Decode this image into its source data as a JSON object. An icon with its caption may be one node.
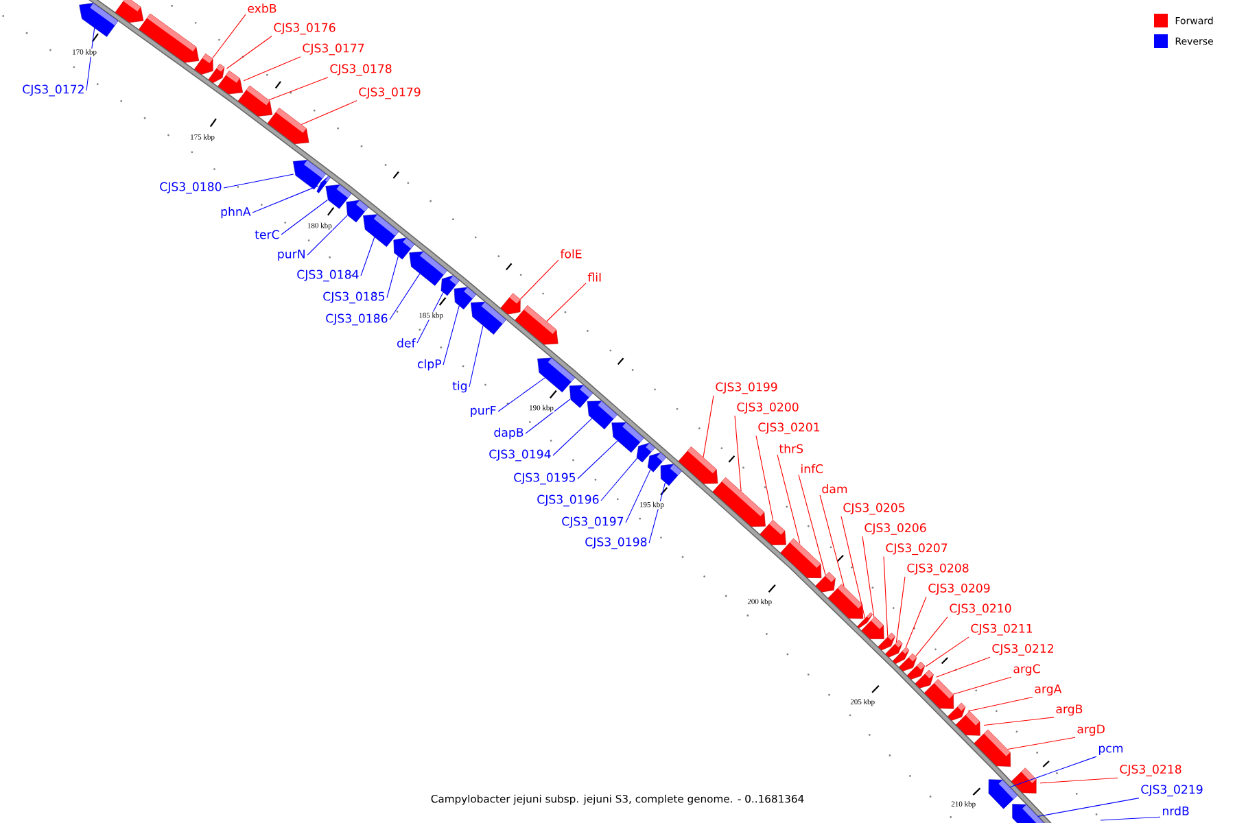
{
  "diagram": {
    "caption": "Campylobacter jejuni subsp. jejuni S3, complete genome. - 0..1681364",
    "nodes": [
      {
        "text": [],
        "shape": "arrow"
      },
      {
        "text": [],
        "shape": "arrow"
      },
      {
        "text": [],
        "shape": "arrow"
      },
      {
        "text": [],
        "shape": "arrow"
      },
      {
        "text": [],
        "shape": "arrow"
      },
      {
        "text": [],
        "shape": "arrow"
      },
      {
        "text": [],
        "shape": "arrow"
      },
      {
        "text": [],
        "shape": "arrow"
      },
      {
        "text": [],
        "shape": "arrow"
      },
      {
        "text": [],
        "shape": "arrow"
      },
      {
        "text": [],
        "shape": "arrow"
      },
      {
        "text": [],
        "shape": "arrow"
      },
      {
        "text": [],
        "shape": "arrow"
      },
      {
        "text": [],
        "shape": "arrow"
      },
      {
        "text": [],
        "shape": "arrow"
      },
      {
        "text": [],
        "shape": "arrow"
      },
      {
        "text": [],
        "shape": "arrow"
      },
      {
        "text": [],
        "shape": "arrow"
      },
      {
        "text": [],
        "shape": "arrow"
      },
      {
        "text": [],
        "shape": "arrow"
      },
      {
        "text": [],
        "shape": "arrow"
      },
      {
        "text": [],
        "shape": "arrow"
      },
      {
        "text": [],
        "shape": "arrow"
      },
      {
        "text": [],
        "shape": "arrow"
      },
      {
        "text": [],
        "shape": "arrow"
      },
      {
        "text": [],
        "shape": "arrow"
      },
      {
        "text": [],
        "shape": "arrow"
      },
      {
        "text": [],
        "shape": "arrow"
      },
      {
        "text": [],
        "shape": "arrow"
      },
      {
        "text": [],
        "shape": "arrow"
      },
      {
        "text": [],
        "shape": "arrow"
      },
      {
        "text": [],
        "shape": "arrow"
      },
      {
        "text": [],
        "shape": "arrow"
      },
      {
        "text": [],
        "shape": "arrow"
      },
      {
        "text": [],
        "shape": "arrow"
      },
      {
        "text": [],
        "shape": "arrow"
      },
      {
        "text": [],
        "shape": "arrow"
      },
      {
        "text": [],
        "shape": "arrow"
      },
      {
        "text": [],
        "shape": "arrow"
      },
      {
        "text": [],
        "shape": "arrow"
      },
      {
        "text": [],
        "shape": "arrow"
      },
      {
        "text": [],
        "shape": "arrow"
      },
      {
        "text": [],
        "shape": "arrow"
      },
      {
        "text": [],
        "shape": "arrow"
      },
      {
        "text": [],
        "shape": "arrow"
      },
      {
        "text": [],
        "shape": "arrow"
      },
      {
        "text": [],
        "shape": "arrow"
      },
      {
        "text": [],
        "shape": "arrow"
      },
      {
        "text": [
          "CJS3_0172"
        ]
      },
      {
        "text": [
          "exbB"
        ]
      },
      {
        "text": [
          "CJS3_0176"
        ]
      },
      {
        "text": [
          "CJS3_0177"
        ]
      },
      {
        "text": [
          "CJS3_0178"
        ]
      },
      {
        "text": [
          "CJS3_0179"
        ]
      },
      {
        "text": [
          "CJS3_0180"
        ]
      },
      {
        "text": [
          "phnA"
        ]
      },
      {
        "text": [
          "terC"
        ]
      },
      {
        "text": [
          "purN"
        ]
      },
      {
        "text": [
          "CJS3_0184"
        ]
      },
      {
        "text": [
          "CJS3_0185"
        ]
      },
      {
        "text": [
          "CJS3_0186"
        ]
      },
      {
        "text": [
          "def"
        ]
      },
      {
        "text": [
          "clpP"
        ]
      },
      {
        "text": [
          "tig"
        ]
      },
      {
        "text": [
          "folE"
        ]
      },
      {
        "text": [
          "fliI"
        ]
      },
      {
        "text": [
          "purF"
        ]
      },
      {
        "text": [
          "dapB"
        ]
      },
      {
        "text": [
          "CJS3_0194"
        ]
      },
      {
        "text": [
          "CJS3_0195"
        ]
      },
      {
        "text": [
          "CJS3_0196"
        ]
      },
      {
        "text": [
          "CJS3_0197"
        ]
      },
      {
        "text": [
          "CJS3_0198"
        ]
      },
      {
        "text": [
          "CJS3_0199"
        ]
      },
      {
        "text": [
          "CJS3_0200"
        ]
      },
      {
        "text": [
          "CJS3_0201"
        ]
      },
      {
        "text": [
          "thrS"
        ]
      },
      {
        "text": [
          "infC"
        ]
      },
      {
        "text": [
          "dam"
        ]
      },
      {
        "text": [
          "CJS3_0205"
        ]
      },
      {
        "text": [
          "CJS3_0206"
        ]
      },
      {
        "text": [
          "CJS3_0207"
        ]
      },
      {
        "text": [
          "CJS3_0208"
        ]
      },
      {
        "text": [
          "CJS3_0209"
        ]
      },
      {
        "text": [
          "CJS3_0210"
        ]
      },
      {
        "text": [
          "CJS3_0211"
        ]
      },
      {
        "text": [
          "CJS3_0212"
        ]
      },
      {
        "text": [
          "argC"
        ]
      },
      {
        "text": [
          "argA"
        ]
      },
      {
        "text": [
          "argB"
        ]
      },
      {
        "text": [
          "argD"
        ]
      },
      {
        "text": [
          "pcm"
        ]
      },
      {
        "text": [
          "CJS3_0218"
        ]
      },
      {
        "text": [
          "CJS3_0219"
        ]
      },
      {
        "text": [
          "nrdB"
        ]
      }
    ],
    "edges": [
      {
        "from": 48,
        "to": 0,
        "arrow": "none",
        "color": "#0000ff"
      },
      {
        "from": 49,
        "to": 3,
        "arrow": "none"
      },
      {
        "from": 50,
        "to": 4,
        "arrow": "none"
      },
      {
        "from": 51,
        "to": 5,
        "arrow": "none"
      },
      {
        "from": 52,
        "to": 6,
        "arrow": "none"
      },
      {
        "from": 53,
        "to": 7,
        "arrow": "none"
      },
      {
        "from": 54,
        "to": 8,
        "arrow": "none",
        "color": "#0000ff"
      },
      {
        "from": 55,
        "to": 9,
        "arrow": "none",
        "color": "#0000ff"
      },
      {
        "from": 56,
        "to": 10,
        "arrow": "none",
        "color": "#0000ff"
      },
      {
        "from": 57,
        "to": 11,
        "arrow": "none",
        "color": "#0000ff"
      },
      {
        "from": 58,
        "to": 12,
        "arrow": "none",
        "color": "#0000ff"
      },
      {
        "from": 59,
        "to": 13,
        "arrow": "none",
        "color": "#0000ff"
      },
      {
        "from": 60,
        "to": 14,
        "arrow": "none",
        "color": "#0000ff"
      },
      {
        "from": 61,
        "to": 15,
        "arrow": "none",
        "color": "#0000ff"
      },
      {
        "from": 62,
        "to": 16,
        "arrow": "none",
        "color": "#0000ff"
      },
      {
        "from": 63,
        "to": 17,
        "arrow": "none",
        "color": "#0000ff"
      },
      {
        "from": 64,
        "to": 18,
        "arrow": "none"
      },
      {
        "from": 65,
        "to": 19,
        "arrow": "none"
      },
      {
        "from": 66,
        "to": 20,
        "arrow": "none",
        "color": "#0000ff"
      },
      {
        "from": 67,
        "to": 21,
        "arrow": "none",
        "color": "#0000ff"
      },
      {
        "from": 68,
        "to": 22,
        "arrow": "none",
        "color": "#0000ff"
      },
      {
        "from": 69,
        "to": 23,
        "arrow": "none",
        "color": "#0000ff"
      },
      {
        "from": 70,
        "to": 24,
        "arrow": "none",
        "color": "#0000ff"
      },
      {
        "from": 71,
        "to": 25,
        "arrow": "none",
        "color": "#0000ff"
      },
      {
        "from": 72,
        "to": 26,
        "arrow": "none",
        "color": "#0000ff"
      },
      {
        "from": 73,
        "to": 27,
        "arrow": "none"
      },
      {
        "from": 74,
        "to": 28,
        "arrow": "none"
      },
      {
        "from": 75,
        "to": 29,
        "arrow": "none"
      },
      {
        "from": 76,
        "to": 30,
        "arrow": "none"
      },
      {
        "from": 77,
        "to": 31,
        "arrow": "none"
      },
      {
        "from": 78,
        "to": 32,
        "arrow": "none"
      },
      {
        "from": 79,
        "to": 33,
        "arrow": "none"
      },
      {
        "from": 80,
        "to": 34,
        "arrow": "none"
      },
      {
        "from": 81,
        "to": 35,
        "arrow": "none"
      },
      {
        "from": 82,
        "to": 36,
        "arrow": "none"
      },
      {
        "from": 83,
        "to": 37,
        "arrow": "none"
      },
      {
        "from": 84,
        "to": 38,
        "arrow": "none"
      },
      {
        "from": 85,
        "to": 39,
        "arrow": "none"
      },
      {
        "from": 86,
        "to": 40,
        "arrow": "none"
      },
      {
        "from": 87,
        "to": 41,
        "arrow": "none"
      },
      {
        "from": 88,
        "to": 42,
        "arrow": "none"
      },
      {
        "from": 89,
        "to": 43,
        "arrow": "none"
      },
      {
        "from": 90,
        "to": 44,
        "arrow": "none"
      },
      {
        "from": 91,
        "to": 45,
        "arrow": "none",
        "color": "#0000ff"
      },
      {
        "from": 92,
        "to": 46,
        "arrow": "none"
      },
      {
        "from": 93,
        "to": 47,
        "arrow": "none",
        "color": "#0000ff"
      },
      {
        "from": 94,
        "to": null,
        "arrow": "none",
        "color": "#0000ff"
      }
    ],
    "labels": [
      "170 kbp",
      "175 kbp",
      "180 kbp",
      "185 kbp",
      "190 kbp",
      "195 kbp",
      "200 kbp",
      "205 kbp",
      "210 kbp"
    ],
    "legend": [
      {
        "text": "Forward",
        "color": "#ff0000"
      },
      {
        "text": "Reverse",
        "color": "#0000ff"
      }
    ]
  }
}
